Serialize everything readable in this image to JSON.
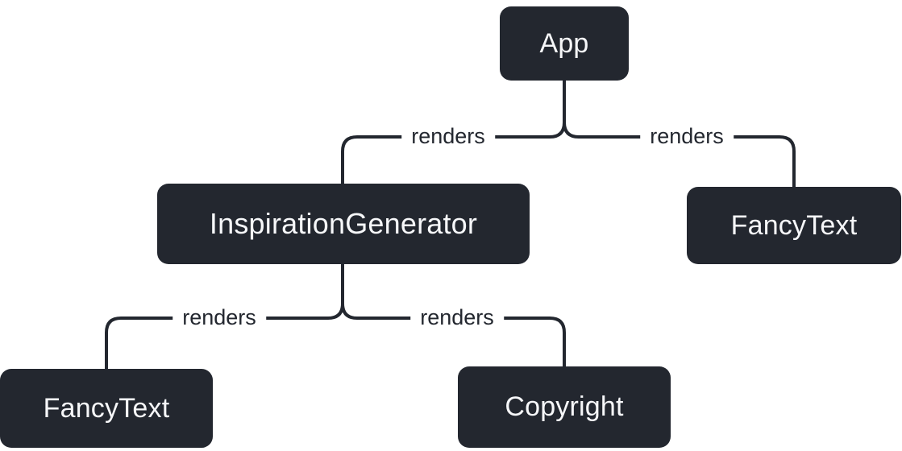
{
  "diagram": {
    "title": "component-render-tree",
    "colors": {
      "background": "#ffffff",
      "node_fill": "#23272f",
      "node_text": "#f6f7f9",
      "edge_stroke": "#23272f",
      "edge_label_text": "#23272f"
    },
    "nodes": [
      {
        "id": "app",
        "label": "App"
      },
      {
        "id": "inspiration-generator",
        "label": "InspirationGenerator"
      },
      {
        "id": "fancy-text-right",
        "label": "FancyText"
      },
      {
        "id": "fancy-text-left",
        "label": "FancyText"
      },
      {
        "id": "copyright",
        "label": "Copyright"
      }
    ],
    "edges": [
      {
        "from": "App",
        "to": "InspirationGenerator",
        "label": "renders"
      },
      {
        "from": "App",
        "to": "FancyText",
        "label": "renders"
      },
      {
        "from": "InspirationGenerator",
        "to": "FancyText",
        "label": "renders"
      },
      {
        "from": "InspirationGenerator",
        "to": "Copyright",
        "label": "renders"
      }
    ]
  }
}
